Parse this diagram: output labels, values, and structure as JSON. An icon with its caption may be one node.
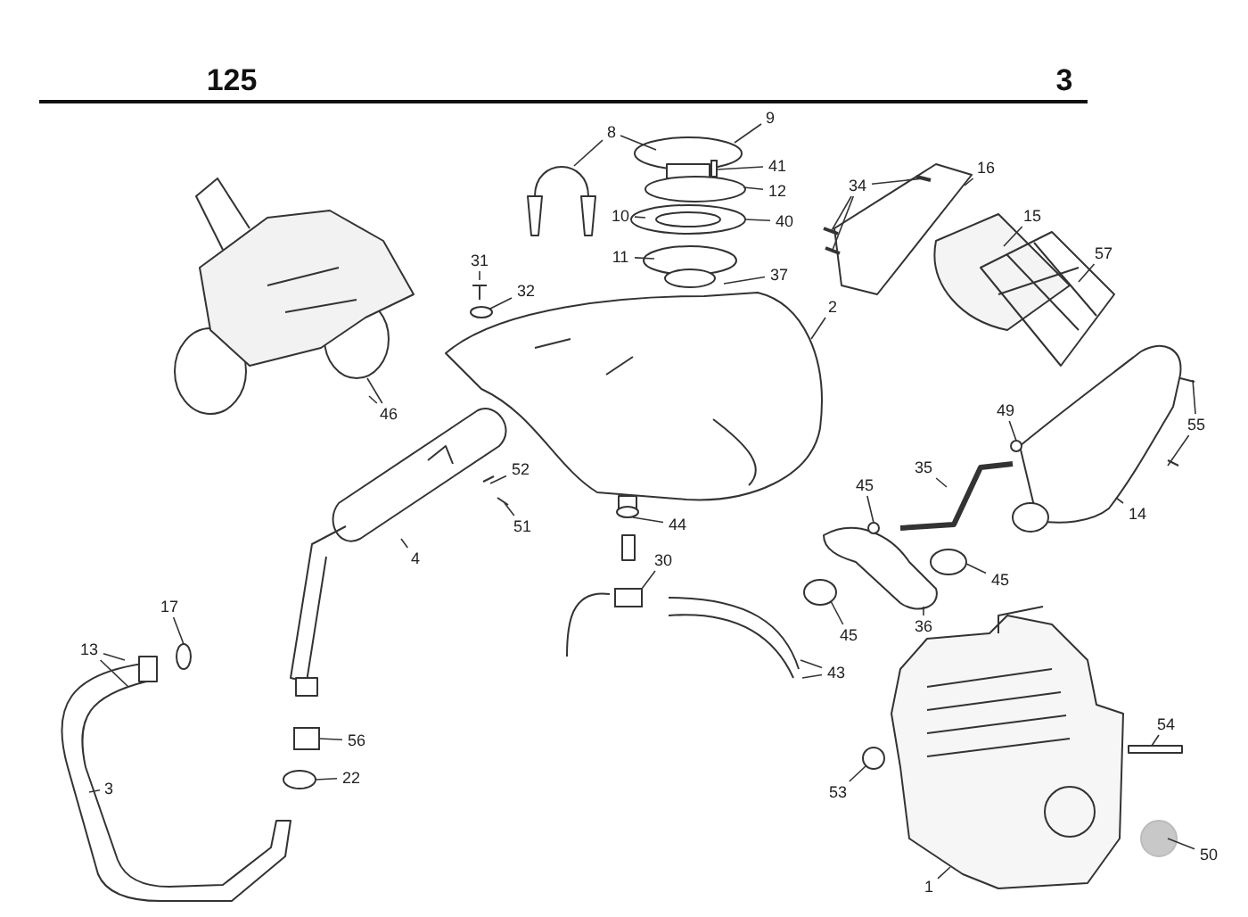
{
  "diagram": {
    "nodes": [
      {
        "text": [
          "8"
        ]
      },
      {
        "text": [
          "9"
        ]
      },
      {
        "text": [
          "41"
        ]
      },
      {
        "text": [
          "12"
        ]
      },
      {
        "text": [
          "10"
        ]
      },
      {
        "text": [
          "40"
        ]
      },
      {
        "text": [
          "11"
        ]
      },
      {
        "text": [
          "37"
        ]
      },
      {
        "text": [
          "31"
        ]
      },
      {
        "text": [
          "34"
        ]
      },
      {
        "text": [
          "16"
        ]
      },
      {
        "text": [
          "32"
        ]
      },
      {
        "text": [
          "15"
        ]
      },
      {
        "text": [
          "2"
        ]
      },
      {
        "text": [
          "57"
        ]
      },
      {
        "text": [
          "46"
        ]
      },
      {
        "text": [
          "49"
        ]
      },
      {
        "text": [
          "55"
        ]
      },
      {
        "text": [
          "35"
        ]
      },
      {
        "text": [
          "45"
        ]
      },
      {
        "text": [
          "52"
        ]
      },
      {
        "text": [
          "14"
        ]
      },
      {
        "text": [
          "44"
        ]
      },
      {
        "text": [
          "51"
        ]
      },
      {
        "text": [
          "4"
        ]
      },
      {
        "text": [
          "30"
        ]
      },
      {
        "text": [
          "45"
        ]
      },
      {
        "text": [
          "45"
        ]
      },
      {
        "text": [
          "36"
        ]
      },
      {
        "text": [
          "17"
        ]
      },
      {
        "text": [
          "13"
        ]
      },
      {
        "text": [
          "43"
        ]
      },
      {
        "text": [
          "54"
        ]
      },
      {
        "text": [
          "56"
        ]
      },
      {
        "text": [
          "22"
        ]
      },
      {
        "text": [
          "3"
        ]
      },
      {
        "text": [
          "53"
        ]
      },
      {
        "text": [
          "50"
        ]
      },
      {
        "text": [
          "1"
        ]
      },
      {
        "text": [],
        "shape": "box"
      },
      {
        "text": [],
        "shape": "circle"
      },
      {
        "text": [],
        "shape": "circle"
      },
      {
        "text": [],
        "shape": "bar"
      },
      {
        "text": [],
        "shape": "bar"
      },
      {
        "text": [],
        "shape": "bar"
      },
      {
        "text": [],
        "shape": "circle"
      },
      {
        "text": [],
        "shape": "circle"
      },
      {
        "text": [],
        "shape": "circle"
      },
      {
        "text": [],
        "shape": "box"
      },
      {
        "text": [],
        "shape": "circle"
      },
      {
        "text": [],
        "shape": "circle"
      },
      {
        "text": [],
        "shape": "box"
      },
      {
        "text": [],
        "shape": "circle"
      },
      {
        "text": [],
        "shape": "circle"
      },
      {
        "text": [],
        "shape": "circle"
      }
    ],
    "edges": [
      {
        "from": 0,
        "to": null,
        "arrow": "none"
      },
      {
        "from": 0,
        "to": null,
        "arrow": "none"
      },
      {
        "from": 1,
        "to": null,
        "arrow": "none"
      },
      {
        "from": 2,
        "to": 39,
        "arrow": "none"
      },
      {
        "from": 3,
        "to": null,
        "arrow": "none"
      },
      {
        "from": 4,
        "to": null,
        "arrow": "none"
      },
      {
        "from": 5,
        "to": 41,
        "arrow": "none"
      },
      {
        "from": 6,
        "to": null,
        "arrow": "none"
      },
      {
        "from": 7,
        "to": null,
        "arrow": "none"
      },
      {
        "from": 8,
        "to": null,
        "arrow": "none"
      },
      {
        "from": 9,
        "to": 44,
        "arrow": "none"
      },
      {
        "from": 9,
        "to": 42,
        "arrow": "none"
      },
      {
        "from": 9,
        "to": 43,
        "arrow": "none"
      },
      {
        "from": 10,
        "to": null,
        "arrow": "none"
      },
      {
        "from": 11,
        "to": 40,
        "arrow": "none"
      },
      {
        "from": 12,
        "to": null,
        "arrow": "none"
      },
      {
        "from": 13,
        "to": null,
        "arrow": "none"
      },
      {
        "from": 14,
        "to": null,
        "arrow": "none"
      },
      {
        "from": 15,
        "to": null,
        "arrow": "none"
      },
      {
        "from": 15,
        "to": null,
        "arrow": "none"
      },
      {
        "from": 16,
        "to": 45,
        "arrow": "none"
      },
      {
        "from": 17,
        "to": null,
        "arrow": "none"
      },
      {
        "from": 17,
        "to": null,
        "arrow": "none"
      },
      {
        "from": 18,
        "to": null,
        "arrow": "none"
      },
      {
        "from": 19,
        "to": 46,
        "arrow": "none"
      },
      {
        "from": 20,
        "to": null,
        "arrow": "none"
      },
      {
        "from": 21,
        "to": null,
        "arrow": "none"
      },
      {
        "from": 22,
        "to": 47,
        "arrow": "none"
      },
      {
        "from": 23,
        "to": null,
        "arrow": "none"
      },
      {
        "from": 24,
        "to": null,
        "arrow": "none"
      },
      {
        "from": 25,
        "to": 48,
        "arrow": "none"
      },
      {
        "from": 26,
        "to": 54,
        "arrow": "none"
      },
      {
        "from": 27,
        "to": 49,
        "arrow": "none"
      },
      {
        "from": 28,
        "to": null,
        "arrow": "none"
      },
      {
        "from": 29,
        "to": 50,
        "arrow": "none"
      },
      {
        "from": 30,
        "to": null,
        "arrow": "none"
      },
      {
        "from": 30,
        "to": null,
        "arrow": "none"
      },
      {
        "from": 31,
        "to": null,
        "arrow": "none"
      },
      {
        "from": 31,
        "to": null,
        "arrow": "none"
      },
      {
        "from": 32,
        "to": null,
        "arrow": "none"
      },
      {
        "from": 33,
        "to": 51,
        "arrow": "none"
      },
      {
        "from": 34,
        "to": 52,
        "arrow": "none"
      },
      {
        "from": 35,
        "to": null,
        "arrow": "none"
      },
      {
        "from": 36,
        "to": 53,
        "arrow": "none"
      },
      {
        "from": 37,
        "to": null,
        "arrow": "none"
      },
      {
        "from": 38,
        "to": null,
        "arrow": "none"
      }
    ],
    "labels": [
      "125",
      "3"
    ]
  }
}
